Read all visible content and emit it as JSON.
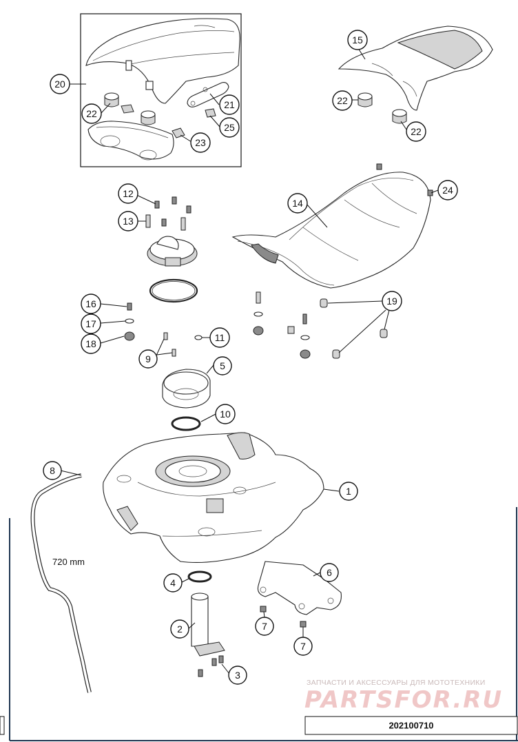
{
  "callouts": [
    {
      "id": "c1",
      "label": "1"
    },
    {
      "id": "c2",
      "label": "2"
    },
    {
      "id": "c3",
      "label": "3"
    },
    {
      "id": "c4",
      "label": "4"
    },
    {
      "id": "c5",
      "label": "5"
    },
    {
      "id": "c6",
      "label": "6"
    },
    {
      "id": "c7a",
      "label": "7"
    },
    {
      "id": "c7b",
      "label": "7"
    },
    {
      "id": "c8",
      "label": "8"
    },
    {
      "id": "c9",
      "label": "9"
    },
    {
      "id": "c10",
      "label": "10"
    },
    {
      "id": "c11",
      "label": "11"
    },
    {
      "id": "c12",
      "label": "12"
    },
    {
      "id": "c13",
      "label": "13"
    },
    {
      "id": "c14",
      "label": "14"
    },
    {
      "id": "c15",
      "label": "15"
    },
    {
      "id": "c16",
      "label": "16"
    },
    {
      "id": "c17",
      "label": "17"
    },
    {
      "id": "c18",
      "label": "18"
    },
    {
      "id": "c19",
      "label": "19"
    },
    {
      "id": "c20",
      "label": "20"
    },
    {
      "id": "c21",
      "label": "21"
    },
    {
      "id": "c22a",
      "label": "22"
    },
    {
      "id": "c22b",
      "label": "22"
    },
    {
      "id": "c22c",
      "label": "22"
    },
    {
      "id": "c23",
      "label": "23"
    },
    {
      "id": "c24",
      "label": "24"
    },
    {
      "id": "c25",
      "label": "25"
    }
  ],
  "hose_length": "720 mm",
  "watermark": {
    "tagline": "ЗАПЧАСТИ И АКСЕССУАРЫ ДЛЯ МОТОТЕХНИКИ",
    "brand": "PARTSFOR.RU"
  },
  "drawing_code": "202100710"
}
